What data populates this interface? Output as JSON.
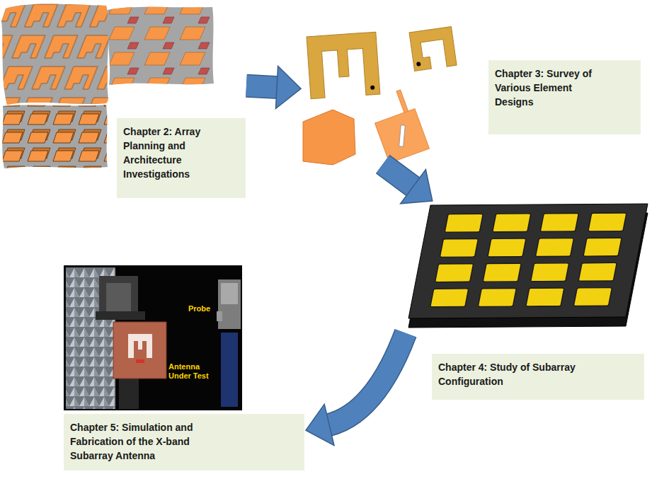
{
  "diagram": {
    "nodes": [
      {
        "text": [
          "Chapter 2: Array Planning and Architecture Investigations"
        ]
      },
      {
        "text": [
          "Chapter 3: Survey of Various Element Designs"
        ]
      },
      {
        "text": [
          "Chapter 4: Study of Subarray Configuration"
        ]
      },
      {
        "text": [
          "Chapter 5: Simulation and Fabrication of the X-band Subarray Antenna"
        ]
      }
    ],
    "edges": [
      {
        "from": 0,
        "to": 1,
        "arrow": "to"
      },
      {
        "from": 1,
        "to": 2,
        "arrow": "to"
      },
      {
        "from": 2,
        "to": 3,
        "arrow": "to"
      }
    ],
    "labels": [
      "Antenna Under Test",
      "Probe"
    ]
  }
}
